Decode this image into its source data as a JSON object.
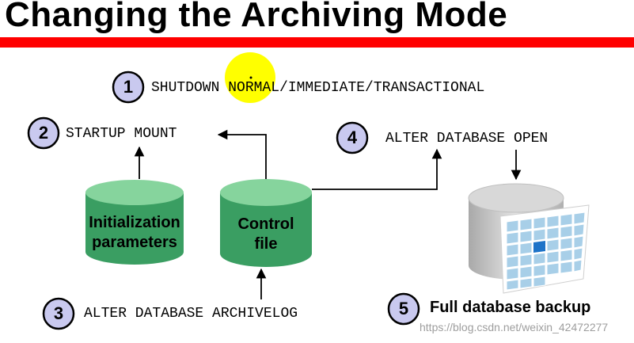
{
  "title": "Changing the Archiving Mode",
  "steps": [
    {
      "number": "1",
      "text": "SHUTDOWN NORMAL/IMMEDIATE/TRANSACTIONAL"
    },
    {
      "number": "2",
      "text": "STARTUP MOUNT"
    },
    {
      "number": "3",
      "text": "ALTER DATABASE ARCHIVELOG"
    },
    {
      "number": "4",
      "text": "ALTER DATABASE OPEN"
    },
    {
      "number": "5",
      "text": "Full database backup"
    }
  ],
  "cylinders": {
    "init": {
      "line1": "Initialization",
      "line2": "parameters"
    },
    "control": {
      "line1": "Control",
      "line2": "file"
    }
  },
  "watermark": "https://blog.csdn.net/weixin_42472277",
  "colors": {
    "accent_red": "#ff0000",
    "badge_fill": "#c9c9ef",
    "cylinder_green": "#3a9e62",
    "cylinder_top": "#86d49d",
    "backup_gray": "#c7c7c7",
    "highlight_yellow": "#ffff00"
  }
}
